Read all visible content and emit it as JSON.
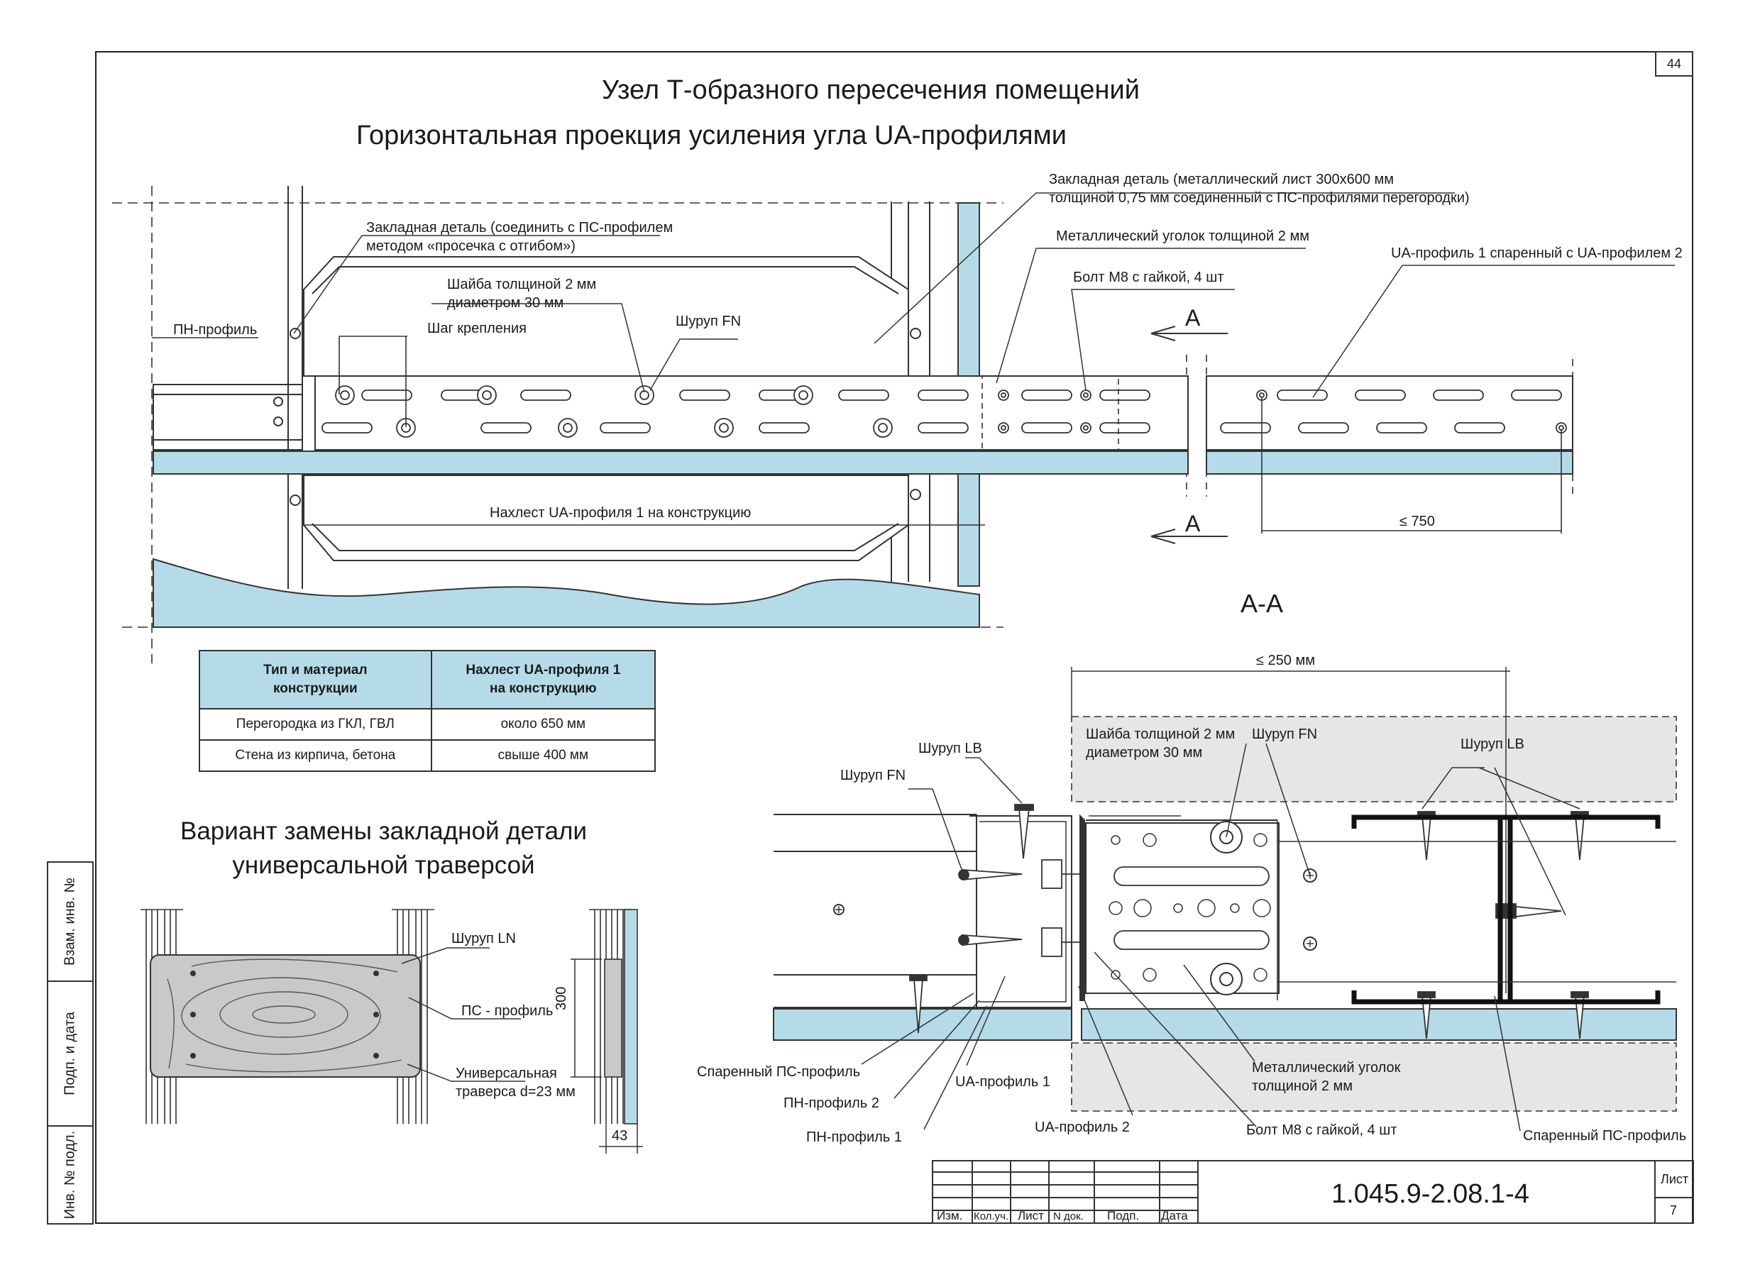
{
  "page_number": "44",
  "title": "Узел Т-образного пересечения помещений",
  "subtitle": "Горизонтальная проекция усиления угла UA-профилями",
  "plan_labels": {
    "embed_1": "Закладная деталь (соединить с ПС-профилем\nметодом «просечка с отгибом»)",
    "embed_2": "Закладная деталь (металлический лист 300х600 мм\nтолщиной 0,75 мм соединенный с ПС-профилями перегородки)",
    "washer": "Шайба толщиной 2 мм\nдиаметром 30 мм",
    "screw_fn": "Шуруп FN",
    "step": "Шаг крепления",
    "pn_profile": "ПН-профиль",
    "angle": "Металлический уголок толщиной 2 мм",
    "bolt": "Болт М8 с гайкой, 4 шт",
    "ua_pair": "UA-профиль 1 спаренный с UA-профилем 2",
    "overlap": "Нахлест UA-профиля 1 на конструкцию",
    "section_mark": "А",
    "dim_750": "≤ 750"
  },
  "section_title": "А-А",
  "table": {
    "headers": [
      "Тип и материал\nконструкции",
      "Нахлест UA-профиля 1\nна конструкцию"
    ],
    "rows": [
      [
        "Перегородка из ГКЛ, ГВЛ",
        "около 650 мм"
      ],
      [
        "Стена из кирпича, бетона",
        "свыше 400 мм"
      ]
    ]
  },
  "variant_title": "Вариант замены закладной детали\nуниверсальной траверсой",
  "variant_labels": {
    "screw_ln": "Шуруп LN",
    "ps_profile": "ПС - профиль",
    "traverse": "Универсальная\nтраверса d=23 мм",
    "dim_300": "300",
    "dim_43": "43"
  },
  "section_labels": {
    "dim_250": "≤ 250 мм",
    "washer": "Шайба толщиной 2 мм\nдиаметром 30 мм",
    "screw_fn_1": "Шуруп FN",
    "screw_fn_2": "Шуруп FN",
    "screw_lb_1": "Шуруп LB",
    "screw_lb_2": "Шуруп LB",
    "paired_ps_1": "Спаренный ПС-профиль",
    "pn_2": "ПН-профиль 2",
    "pn_1": "ПН-профиль 1",
    "ua_1": "UA-профиль 1",
    "ua_2": "UA-профиль 2",
    "angle": "Металлический уголок\nтолщиной 2 мм",
    "bolt": "Болт М8 с гайкой, 4 шт",
    "paired_ps_2": "Спаренный ПС-профиль"
  },
  "side_stamp": [
    "Взам. инв. №",
    "Подп. и дата",
    "Инв. № подл."
  ],
  "title_block": {
    "columns": [
      "Изм.",
      "Кол.уч.",
      "Лист",
      "N док.",
      "Подп.",
      "Дата"
    ],
    "code": "1.045.9-2.08.1-4",
    "sheet_label": "Лист",
    "sheet_number": "7"
  },
  "colors": {
    "board": "#b6dbe8",
    "gray_zone": "#e6e6e6",
    "line": "#333333"
  }
}
